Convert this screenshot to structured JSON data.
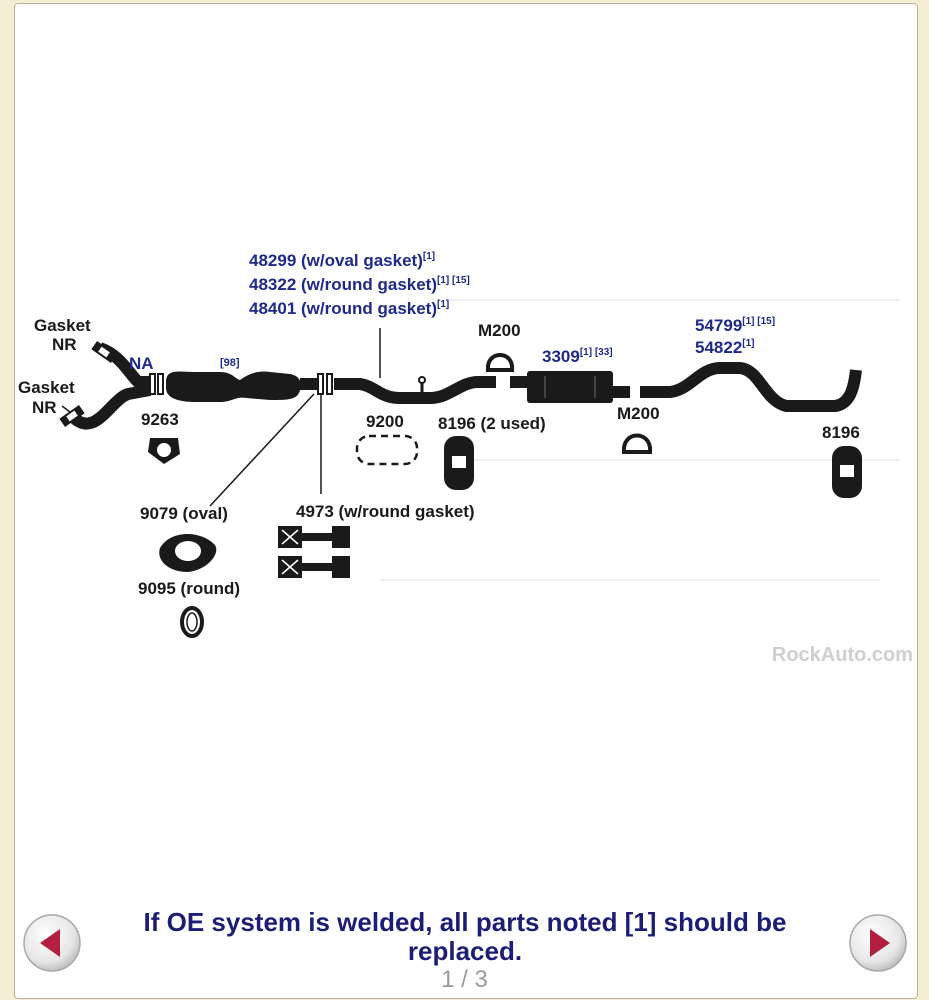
{
  "parts": {
    "gasket_top": "Gasket",
    "nr_top": "NR",
    "gasket_bottom": "Gasket",
    "nr_bottom": "NR",
    "na": "NA",
    "ref_98": "[98]",
    "p9263": "9263",
    "p48299": "48299 (w/oval gasket)",
    "p48299_sup": "[1]",
    "p48322": "48322 (w/round gasket)",
    "p48322_sup": "[1] [15]",
    "p48401": "48401 (w/round gasket)",
    "p48401_sup": "[1]",
    "m200_upper": "M200",
    "p3309": "3309",
    "p3309_sup": "[1] [33]",
    "p54799": "54799",
    "p54799_sup": "[1] [15]",
    "p54822": "54822",
    "p54822_sup": "[1]",
    "p9200": "9200",
    "p8196_used": "8196 (2 used)",
    "m200_lower": "M200",
    "p8196_right": "8196",
    "p9079": "9079 (oval)",
    "p4973": "4973 (w/round gasket)",
    "p9095": "9095 (round)"
  },
  "watermark": "RockAuto.com",
  "caption": "If OE system is welded, all parts noted [1] should be replaced.",
  "pager": "1 / 3",
  "nav": {
    "prev_icon": "chevron-left-icon",
    "next_icon": "chevron-right-icon"
  },
  "colors": {
    "part_link": "#1f2a88",
    "caption": "#1b1e74",
    "pipe": "#1a1a1a",
    "nav_arrow": "#b3203f"
  }
}
